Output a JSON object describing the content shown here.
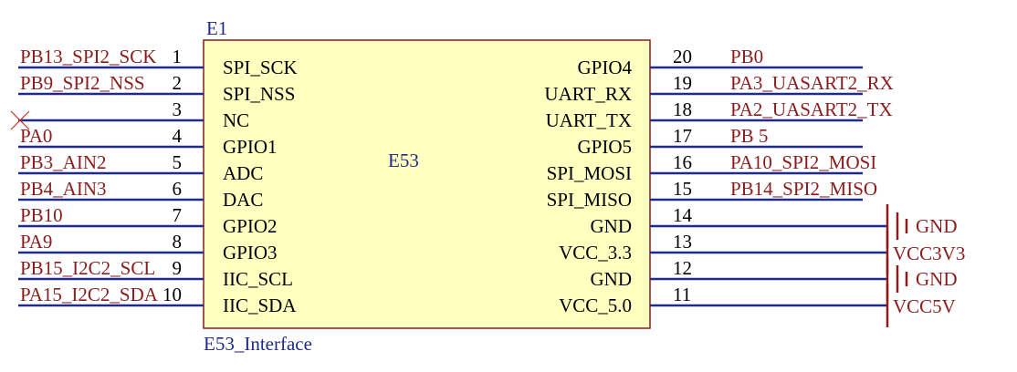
{
  "component": {
    "designator": "E1",
    "value": "E53",
    "footprint_name": "E53_Interface"
  },
  "left_pins": [
    {
      "num": "1",
      "name": "SPI_SCK",
      "net": "PB13_SPI2_SCK"
    },
    {
      "num": "2",
      "name": "SPI_NSS",
      "net": "PB9_SPI2_NSS"
    },
    {
      "num": "3",
      "name": "NC",
      "net": "",
      "no_connect": true
    },
    {
      "num": "4",
      "name": "GPIO1",
      "net": "PA0"
    },
    {
      "num": "5",
      "name": "ADC",
      "net": "PB3_AIN2"
    },
    {
      "num": "6",
      "name": "DAC",
      "net": "PB4_AIN3"
    },
    {
      "num": "7",
      "name": "GPIO2",
      "net": "PB10"
    },
    {
      "num": "8",
      "name": "GPIO3",
      "net": "PA9"
    },
    {
      "num": "9",
      "name": "IIC_SCL",
      "net": "PB15_I2C2_SCL"
    },
    {
      "num": "10",
      "name": "IIC_SDA",
      "net": "PA15_I2C2_SDA"
    }
  ],
  "right_pins": [
    {
      "num": "20",
      "name": "GPIO4",
      "net": "PB0"
    },
    {
      "num": "19",
      "name": "UART_RX",
      "net": "PA3_UASART2_RX"
    },
    {
      "num": "18",
      "name": "UART_TX",
      "net": "PA2_UASART2_TX"
    },
    {
      "num": "17",
      "name": "GPIO5",
      "net": "PB 5"
    },
    {
      "num": "16",
      "name": "SPI_MOSI",
      "net": "PA10_SPI2_MOSI"
    },
    {
      "num": "15",
      "name": "SPI_MISO",
      "net": "PB14_SPI2_MISO"
    },
    {
      "num": "14",
      "name": "GND",
      "net": "",
      "power": "GND",
      "power_type": "ground"
    },
    {
      "num": "13",
      "name": "VCC_3.3",
      "net": "",
      "power": "VCC3V3",
      "power_type": "bar"
    },
    {
      "num": "12",
      "name": "GND",
      "net": "",
      "power": "GND",
      "power_type": "ground"
    },
    {
      "num": "11",
      "name": "VCC_5.0",
      "net": "",
      "power": "VCC5V",
      "power_type": "bar"
    }
  ],
  "colors": {
    "body_fill": "#ffffc0",
    "body_stroke": "#8b1c1c",
    "wire": "#1f2a8a",
    "net_text": "#8b1c1c",
    "designator": "#1f2a8a",
    "power": "#8b1c1c",
    "pin": "#000000",
    "no_connect": "#c0392b"
  }
}
